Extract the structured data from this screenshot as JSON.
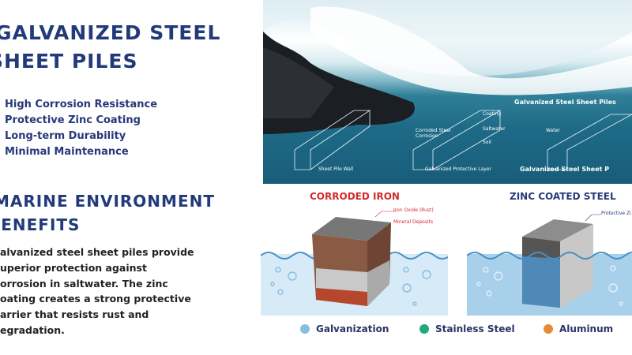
{
  "title": {
    "line1": "GALVANIZED STEEL",
    "line2": "SHEET PILES"
  },
  "features": [
    "High Corrosion Resistance",
    "Protective Zinc Coating",
    "Long-term Durability",
    "Minimal Maintenance"
  ],
  "section": {
    "line1": "MARINE ENVIRONMENT",
    "line2": "BENEFITS"
  },
  "paragraph": [
    "alvanized steel sheet piles provide",
    "uperior protection against",
    "orrosion in saltwater. The zinc",
    "oating creates a strong protective",
    "arrier that resists rust and",
    "egradation."
  ],
  "photo_labels": {
    "wall": "Sheet Pile Wall",
    "layer": "Galvanized Protective Layer",
    "right": "Galvanized Steel Sheet P",
    "top_right": "Galvanized Steel Sheet Piles",
    "coating": "Coating",
    "saltwater": "Saltwater",
    "soil": "Soil",
    "corroded": "Corroded Steel",
    "corrosion": "Corrosion",
    "water": "Water"
  },
  "panels": {
    "left": {
      "title": "CORRODED IRON",
      "label1": "Iron Oxide (Rust)",
      "label2": "Mineral Deposits"
    },
    "right": {
      "title": "ZINC COATED STEEL",
      "label1": "Protective Zi"
    }
  },
  "legend": [
    {
      "label": "Galvanization",
      "color": "#86bde0"
    },
    {
      "label": "Stainless Steel",
      "color": "#22a97a"
    },
    {
      "label": "Aluminum",
      "color": "#e88a35"
    }
  ],
  "colors": {
    "navy": "#223a7a",
    "red": "#d42a2a",
    "water": "#d6ebf7"
  }
}
